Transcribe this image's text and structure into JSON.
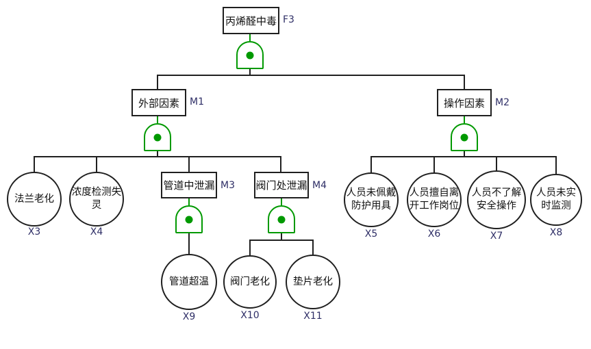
{
  "diagram_type": "fault-tree",
  "colors": {
    "background": "#ffffff",
    "node_border": "#1f1f1f",
    "connector": "#1f1f1f",
    "gate_green": "#009900",
    "ref_label": "#2e2e66"
  },
  "nodes": {
    "F3": {
      "text": "丙烯醛中毒",
      "label": "F3"
    },
    "M1": {
      "text": "外部因素",
      "label": "M1"
    },
    "M2": {
      "text": "操作因素",
      "label": "M2"
    },
    "M3": {
      "text": "管道中泄漏",
      "label": "M3"
    },
    "M4": {
      "text": "阀门处泄漏",
      "label": "M4"
    },
    "X3": {
      "text": "法兰老化",
      "label": "X3"
    },
    "X4": {
      "text": "浓度检测失灵",
      "label": "X4"
    },
    "X5": {
      "text": "人员未佩戴防护用具",
      "label": "X5"
    },
    "X6": {
      "text": "人员擅自离开工作岗位",
      "label": "X6"
    },
    "X7": {
      "text": "人员不了解安全操作",
      "label": "X7"
    },
    "X8": {
      "text": "人员未实时监测",
      "label": "X8"
    },
    "X9": {
      "text": "管道超温",
      "label": "X9"
    },
    "X10": {
      "text": "阀门老化",
      "label": "X10"
    },
    "X11": {
      "text": "垫片老化",
      "label": "X11"
    }
  },
  "gates": {
    "F3": "AND",
    "M1": "AND",
    "M2": "AND",
    "M3": "AND",
    "M4": "AND"
  },
  "structure": {
    "F3": [
      "M1",
      "M2"
    ],
    "M1": [
      "X3",
      "X4",
      "M3",
      "M4"
    ],
    "M2": [
      "X5",
      "X6",
      "X7",
      "X8"
    ],
    "M3": [
      "X9"
    ],
    "M4": [
      "X10",
      "X11"
    ]
  }
}
